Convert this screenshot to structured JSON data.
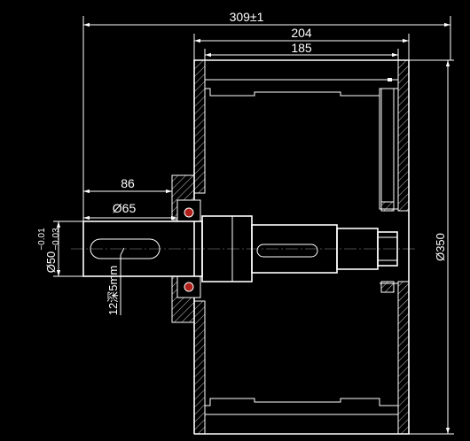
{
  "drawing": {
    "dimensions": {
      "overall_length": "309±1",
      "drum_outer_width": "204",
      "drum_inner_width": "185",
      "shaft_extension": "86",
      "shaft_step_diameter": "Ø65",
      "shaft_diameter": "Ø50",
      "shaft_tolerance_upper": "−0.01",
      "shaft_tolerance_lower": "−0.03",
      "keyway_note": "12深5mm",
      "drum_diameter": "Ø350"
    },
    "colors": {
      "background": "#000000",
      "lines": "#ffffff",
      "bearing_ball": "#b0201a"
    }
  }
}
